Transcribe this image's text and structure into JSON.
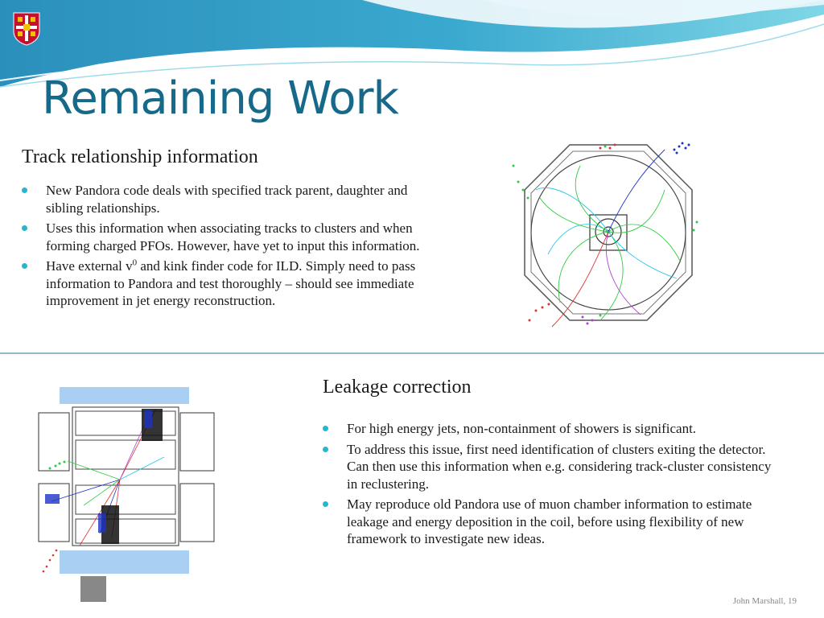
{
  "slide": {
    "title": "Remaining Work",
    "footer": "John Marshall, 19"
  },
  "section1": {
    "heading": "Track relationship information",
    "bullets": [
      {
        "text": "New Pandora code deals with specified track parent, daughter and sibling relationships."
      },
      {
        "text": "Uses this information when associating tracks to clusters and when forming charged PFOs. However, have yet to input this information."
      },
      {
        "pre": "Have external v",
        "sup": "0",
        "post": " and kink finder code for ILD. Simply need to pass information to Pandora and test thoroughly – should see immediate improvement in jet energy reconstruction."
      }
    ]
  },
  "section2": {
    "heading": "Leakage correction",
    "bullets": [
      {
        "text": "For high energy jets, non-containment of showers is significant."
      },
      {
        "text": "To address this issue, first need identification of clusters exiting the detector. Can then use this information when e.g. considering track-cluster consistency in reclustering."
      },
      {
        "text": "May reproduce old Pandora use of muon chamber information to estimate leakage and energy deposition in the coil, before using flexibility of new framework to investigate new ideas."
      }
    ]
  },
  "colors": {
    "title": "#17698a",
    "bullet": "#27b6cf",
    "wave_dark": "#2a93bd",
    "wave_light": "#7fd3e3",
    "band": "#a9d0f2"
  },
  "icons": {
    "crest": "university-crest-icon"
  }
}
